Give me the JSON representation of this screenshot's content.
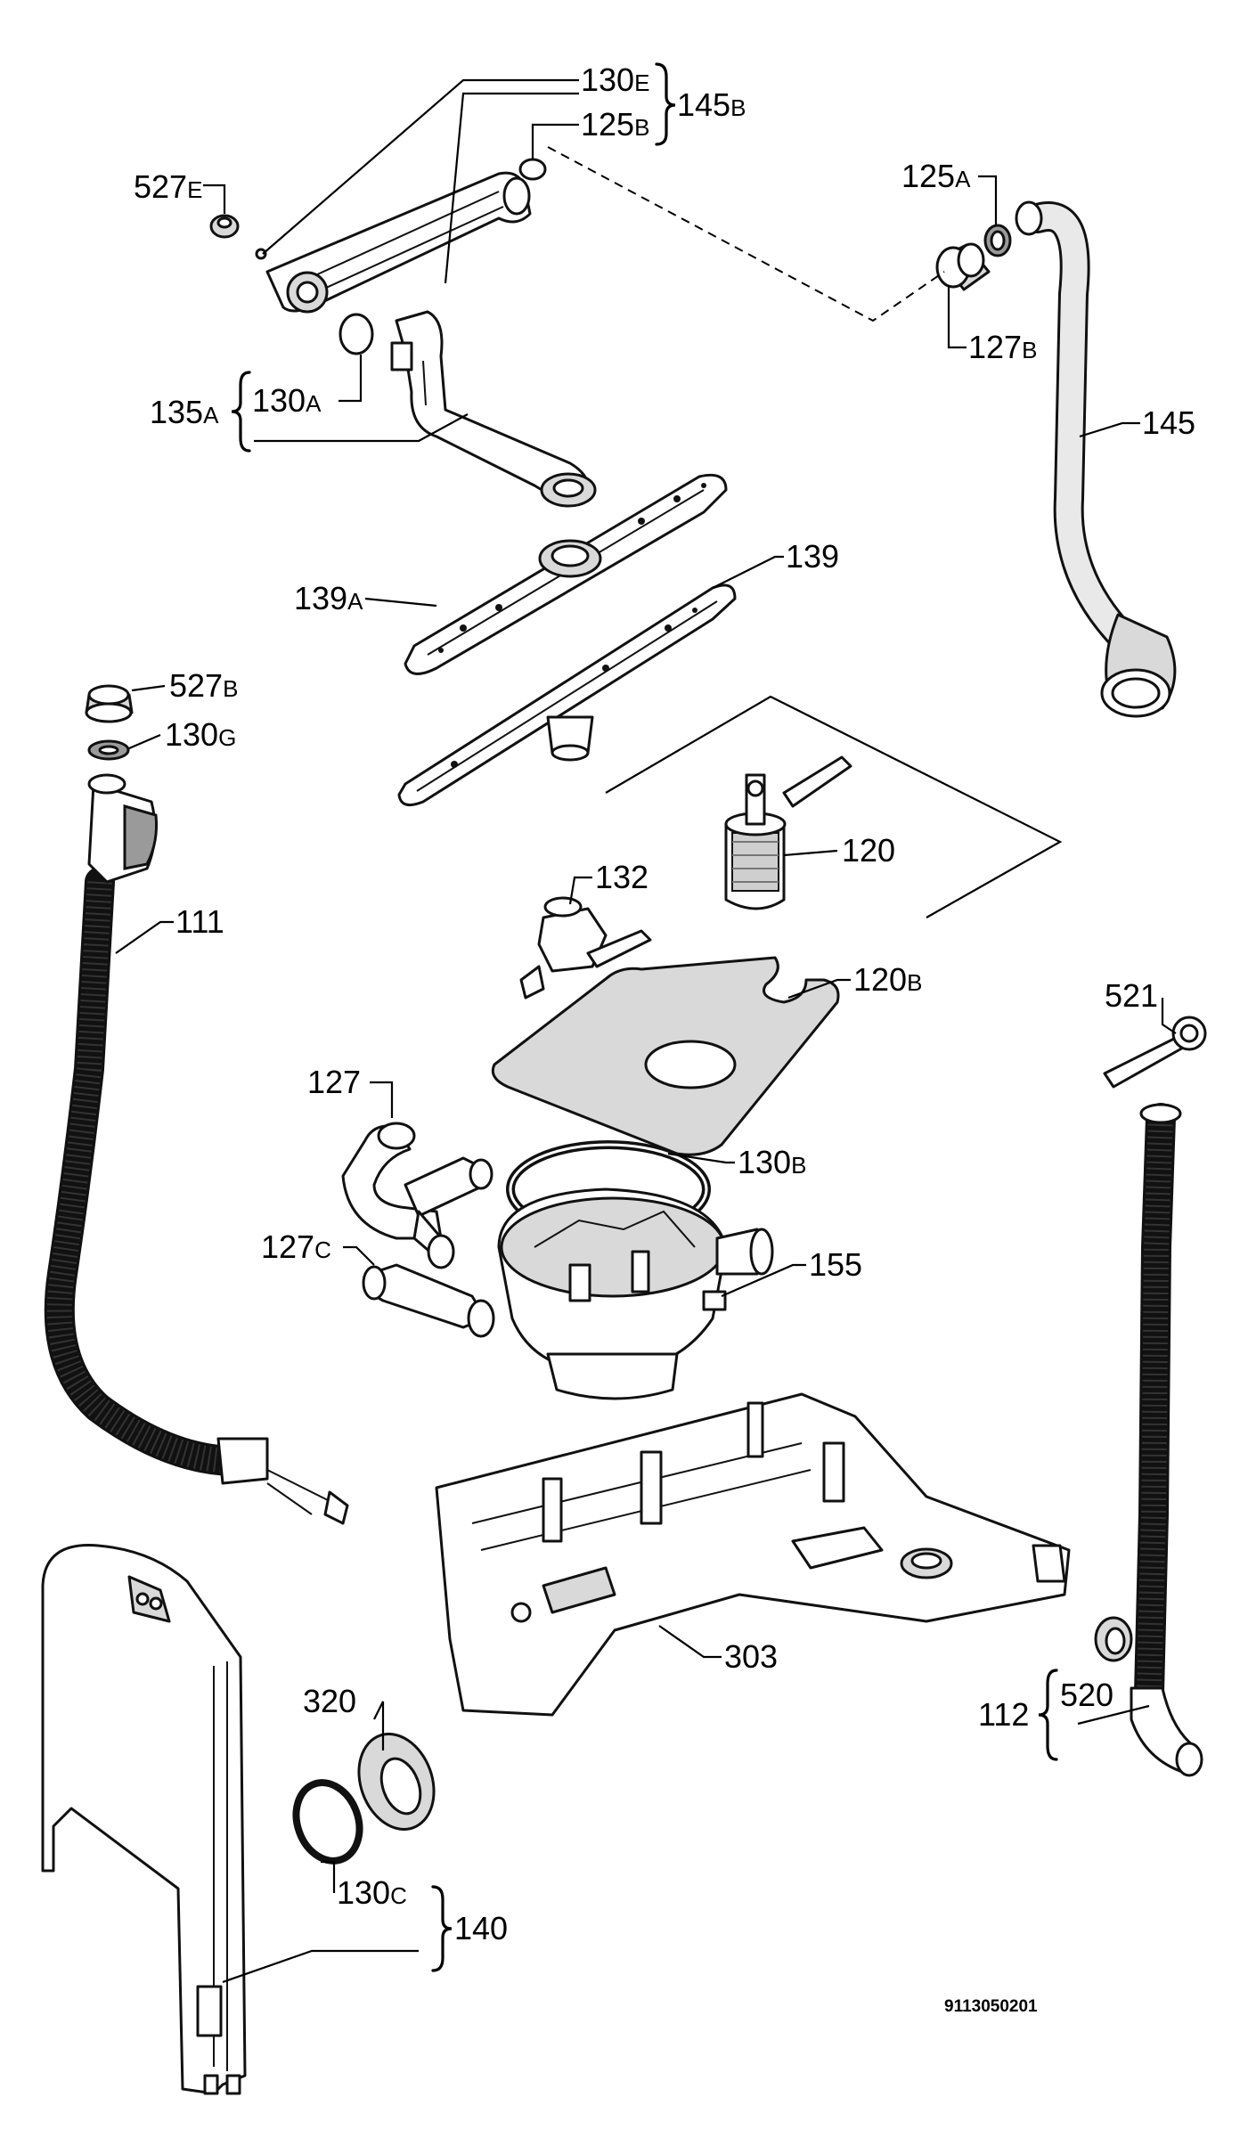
{
  "diagram": {
    "drawing_number": "9113050201",
    "labels": [
      {
        "id": "l-130e",
        "main": "130",
        "sub": "E"
      },
      {
        "id": "l-145b",
        "main": "145",
        "sub": "B"
      },
      {
        "id": "l-125b",
        "main": "125",
        "sub": "B"
      },
      {
        "id": "l-527e",
        "main": "527",
        "sub": "E"
      },
      {
        "id": "l-125a",
        "main": "125",
        "sub": "A"
      },
      {
        "id": "l-127b",
        "main": "127",
        "sub": "B"
      },
      {
        "id": "l-135a",
        "main": "135",
        "sub": "A"
      },
      {
        "id": "l-130a",
        "main": "130",
        "sub": "A"
      },
      {
        "id": "l-145",
        "main": "145",
        "sub": ""
      },
      {
        "id": "l-139a",
        "main": "139",
        "sub": "A"
      },
      {
        "id": "l-139",
        "main": "139",
        "sub": ""
      },
      {
        "id": "l-527b",
        "main": "527",
        "sub": "B"
      },
      {
        "id": "l-130g",
        "main": "130",
        "sub": "G"
      },
      {
        "id": "l-120",
        "main": "120",
        "sub": ""
      },
      {
        "id": "l-132",
        "main": "132",
        "sub": ""
      },
      {
        "id": "l-111",
        "main": "111",
        "sub": ""
      },
      {
        "id": "l-120b",
        "main": "120",
        "sub": "B"
      },
      {
        "id": "l-521",
        "main": "521",
        "sub": ""
      },
      {
        "id": "l-127",
        "main": "127",
        "sub": ""
      },
      {
        "id": "l-130b",
        "main": "130",
        "sub": "B"
      },
      {
        "id": "l-127c",
        "main": "127",
        "sub": "C"
      },
      {
        "id": "l-155",
        "main": "155",
        "sub": ""
      },
      {
        "id": "l-303",
        "main": "303",
        "sub": ""
      },
      {
        "id": "l-320",
        "main": "320",
        "sub": ""
      },
      {
        "id": "l-112",
        "main": "112",
        "sub": ""
      },
      {
        "id": "l-520",
        "main": "520",
        "sub": ""
      },
      {
        "id": "l-130c",
        "main": "130",
        "sub": "C"
      },
      {
        "id": "l-140",
        "main": "140",
        "sub": ""
      }
    ]
  }
}
